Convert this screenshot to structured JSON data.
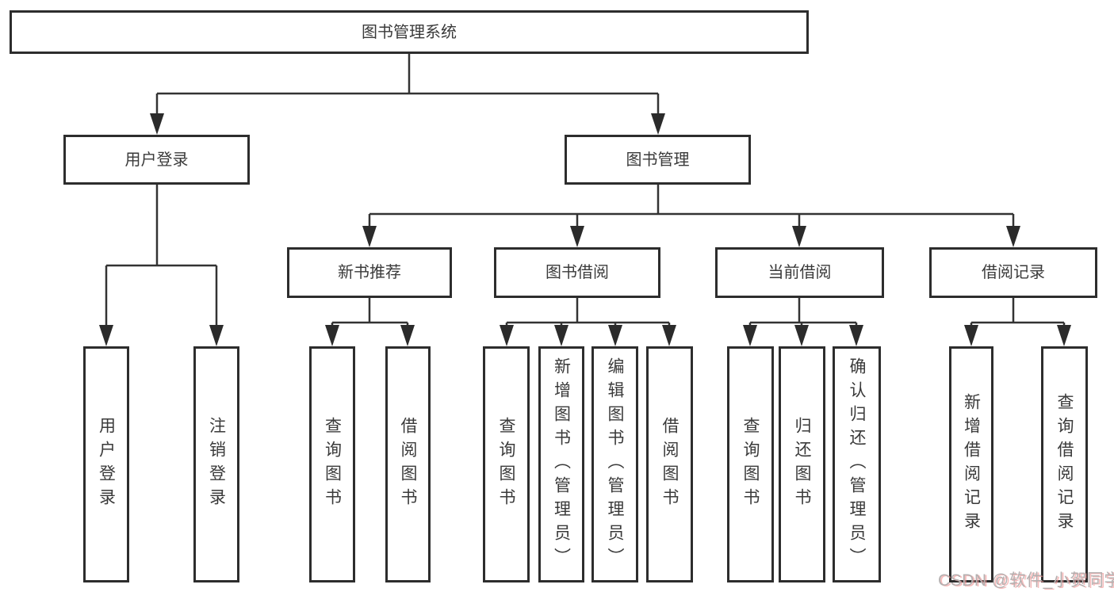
{
  "diagram": {
    "root": "图书管理系统",
    "branches": [
      {
        "label": "用户登录",
        "children": [
          "用户登录",
          "注销登录"
        ]
      },
      {
        "label": "图书管理",
        "children": [
          {
            "label": "新书推荐",
            "children": [
              "查询图书",
              "借阅图书"
            ]
          },
          {
            "label": "图书借阅",
            "children": [
              "查询图书",
              "新增图书（管理员）",
              "编辑图书（管理员）",
              "借阅图书"
            ]
          },
          {
            "label": "当前借阅",
            "children": [
              "查询图书",
              "归还图书",
              "确认归还（管理员）"
            ]
          },
          {
            "label": "借阅记录",
            "children": [
              "新增借阅记录",
              "查询借阅记录"
            ]
          }
        ]
      }
    ]
  },
  "watermark": {
    "text": "CSDN @软件_小贺同学"
  },
  "colors": {
    "background": "#ffffff",
    "line": "#333333",
    "box_border": "#2d2d2d",
    "text": "#3a3a3a",
    "watermark": "#b5b0b0",
    "watermark_accent": "#f39696"
  }
}
